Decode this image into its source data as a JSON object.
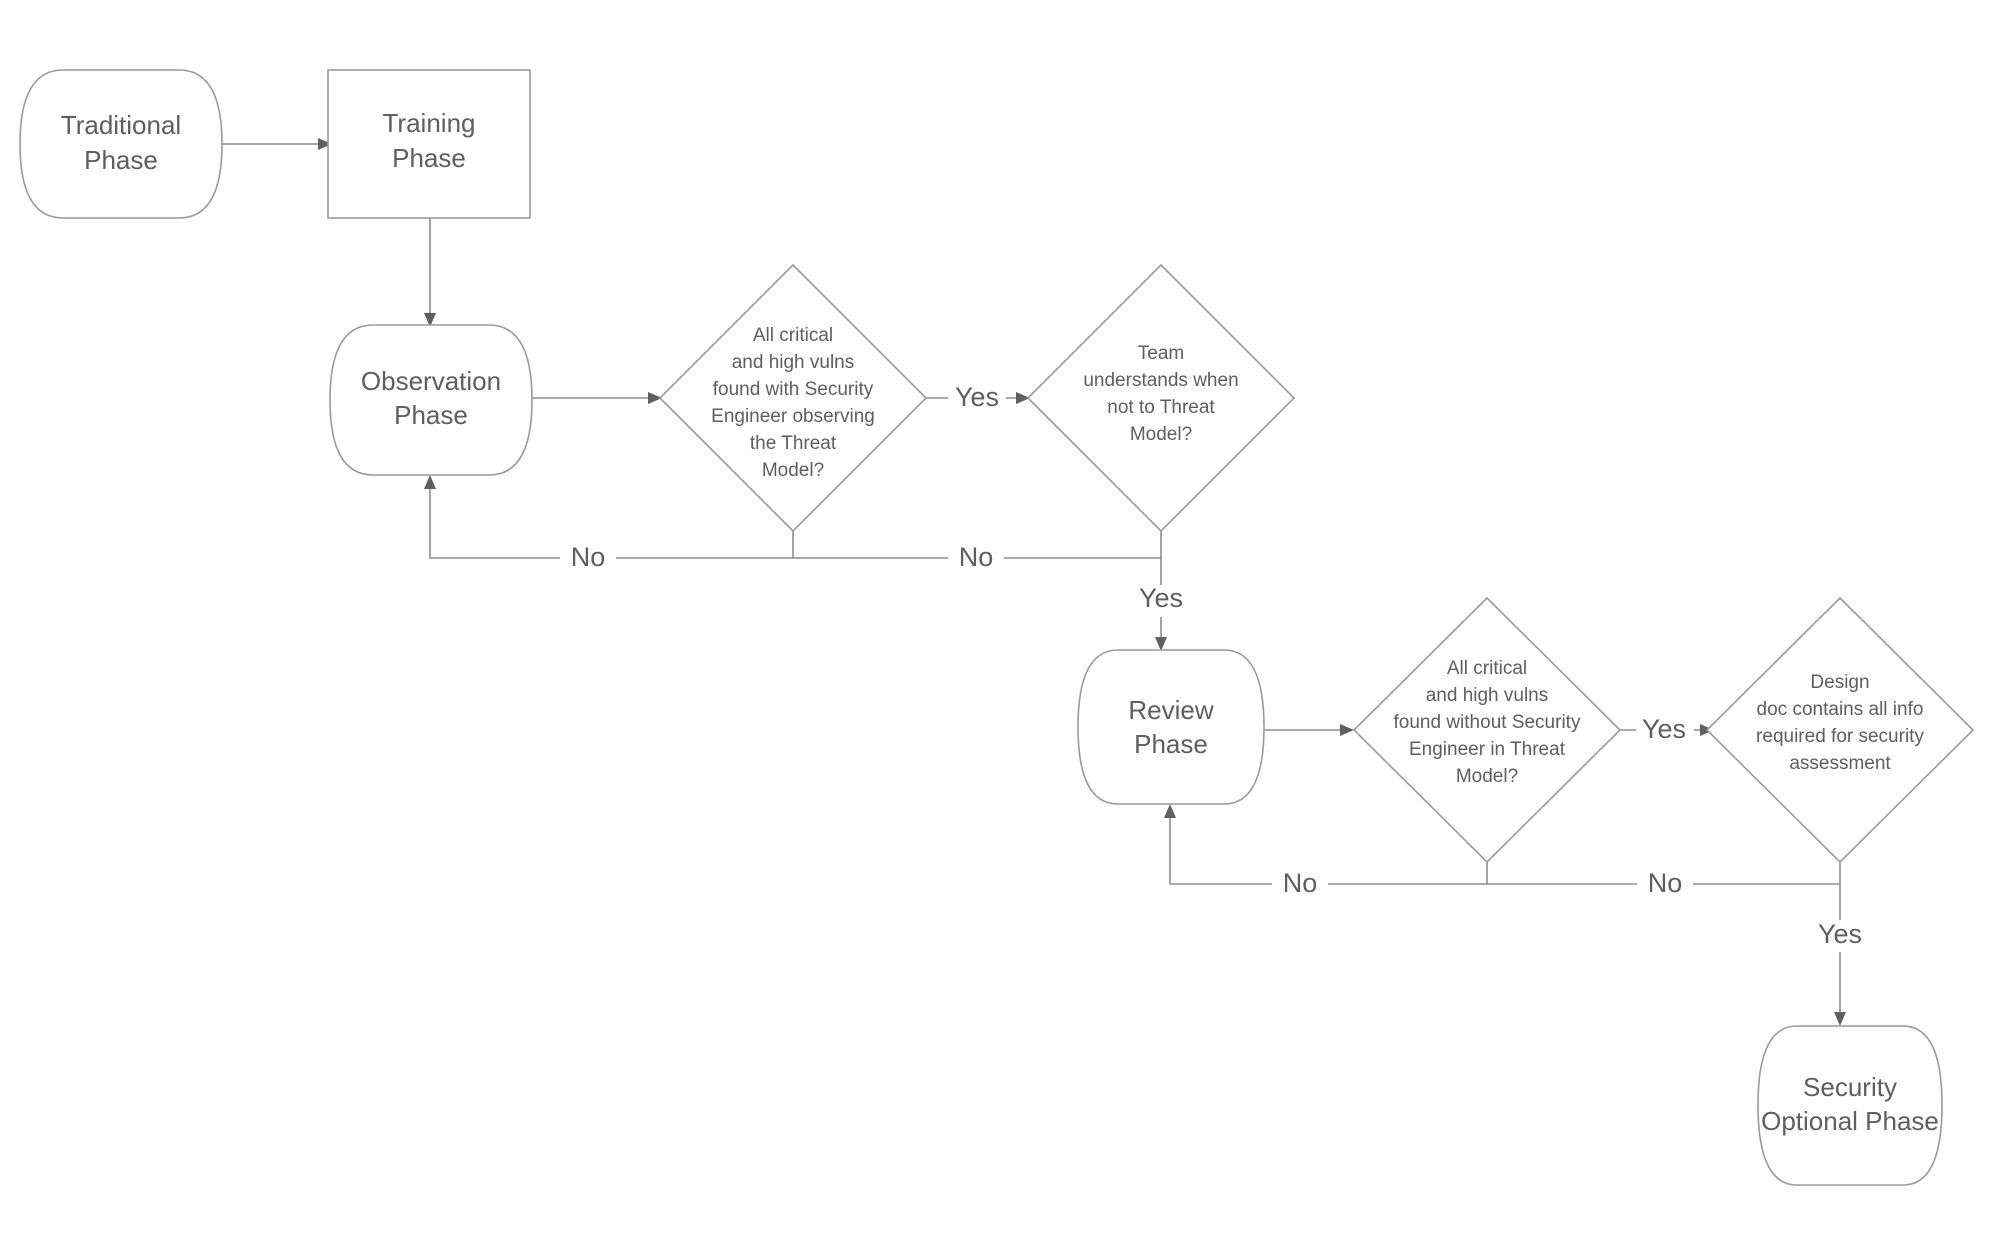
{
  "diagram": {
    "type": "flowchart",
    "title": "",
    "colors": {
      "background": "#ffffff",
      "node_stroke": "#9a9a9a",
      "node_fill": "#ffffff",
      "edge_stroke": "#8e8e8e",
      "text": "#5e5e5e"
    },
    "nodes": [
      {
        "id": "traditional_phase",
        "shape": "rounded-barrel",
        "lines": [
          "Traditional",
          "Phase"
        ]
      },
      {
        "id": "training_phase",
        "shape": "rectangle",
        "lines": [
          "Training",
          "Phase"
        ]
      },
      {
        "id": "observation_phase",
        "shape": "rounded-barrel",
        "lines": [
          "Observation",
          "Phase"
        ]
      },
      {
        "id": "decision_observing",
        "shape": "diamond",
        "lines": [
          "All critical",
          "and high vulns",
          "found with Security",
          "Engineer observing",
          "the Threat",
          "Model?"
        ]
      },
      {
        "id": "decision_team_understands",
        "shape": "diamond",
        "lines": [
          "Team",
          "understands when",
          "not to Threat",
          "Model?"
        ]
      },
      {
        "id": "review_phase",
        "shape": "rounded-barrel",
        "lines": [
          "Review",
          "Phase"
        ]
      },
      {
        "id": "decision_without_engineer",
        "shape": "diamond",
        "lines": [
          "All critical",
          "and high vulns",
          "found without Security",
          "Engineer in Threat",
          "Model?"
        ]
      },
      {
        "id": "decision_design_doc",
        "shape": "diamond",
        "lines": [
          "Design",
          "doc contains all info",
          "required for security",
          "assessment"
        ]
      },
      {
        "id": "security_optional_phase",
        "shape": "rounded-barrel",
        "lines": [
          "Security",
          "Optional Phase"
        ]
      }
    ],
    "edges": [
      {
        "id": "e1",
        "from": "traditional_phase",
        "to": "training_phase",
        "label": ""
      },
      {
        "id": "e2",
        "from": "training_phase",
        "to": "observation_phase",
        "label": ""
      },
      {
        "id": "e3",
        "from": "observation_phase",
        "to": "decision_observing",
        "label": ""
      },
      {
        "id": "e4",
        "from": "decision_observing",
        "to": "decision_team_understands",
        "label": "Yes"
      },
      {
        "id": "e5",
        "from": "decision_observing",
        "to": "observation_phase",
        "label": "No"
      },
      {
        "id": "e6",
        "from": "decision_team_understands",
        "to": "observation_phase",
        "label": "No"
      },
      {
        "id": "e7",
        "from": "decision_team_understands",
        "to": "review_phase",
        "label": "Yes"
      },
      {
        "id": "e8",
        "from": "review_phase",
        "to": "decision_without_engineer",
        "label": ""
      },
      {
        "id": "e9",
        "from": "decision_without_engineer",
        "to": "decision_design_doc",
        "label": "Yes"
      },
      {
        "id": "e10",
        "from": "decision_without_engineer",
        "to": "review_phase",
        "label": "No"
      },
      {
        "id": "e11",
        "from": "decision_design_doc",
        "to": "review_phase",
        "label": "No"
      },
      {
        "id": "e12",
        "from": "decision_design_doc",
        "to": "security_optional_phase",
        "label": "Yes"
      }
    ],
    "edge_labels": {
      "yes_observing_to_team": "Yes",
      "no_observing_to_observation": "No",
      "no_team_to_observation": "No",
      "yes_team_to_review": "Yes",
      "yes_without_to_design": "Yes",
      "no_without_to_review": "No",
      "no_design_to_review": "No",
      "yes_design_to_security": "Yes"
    }
  }
}
